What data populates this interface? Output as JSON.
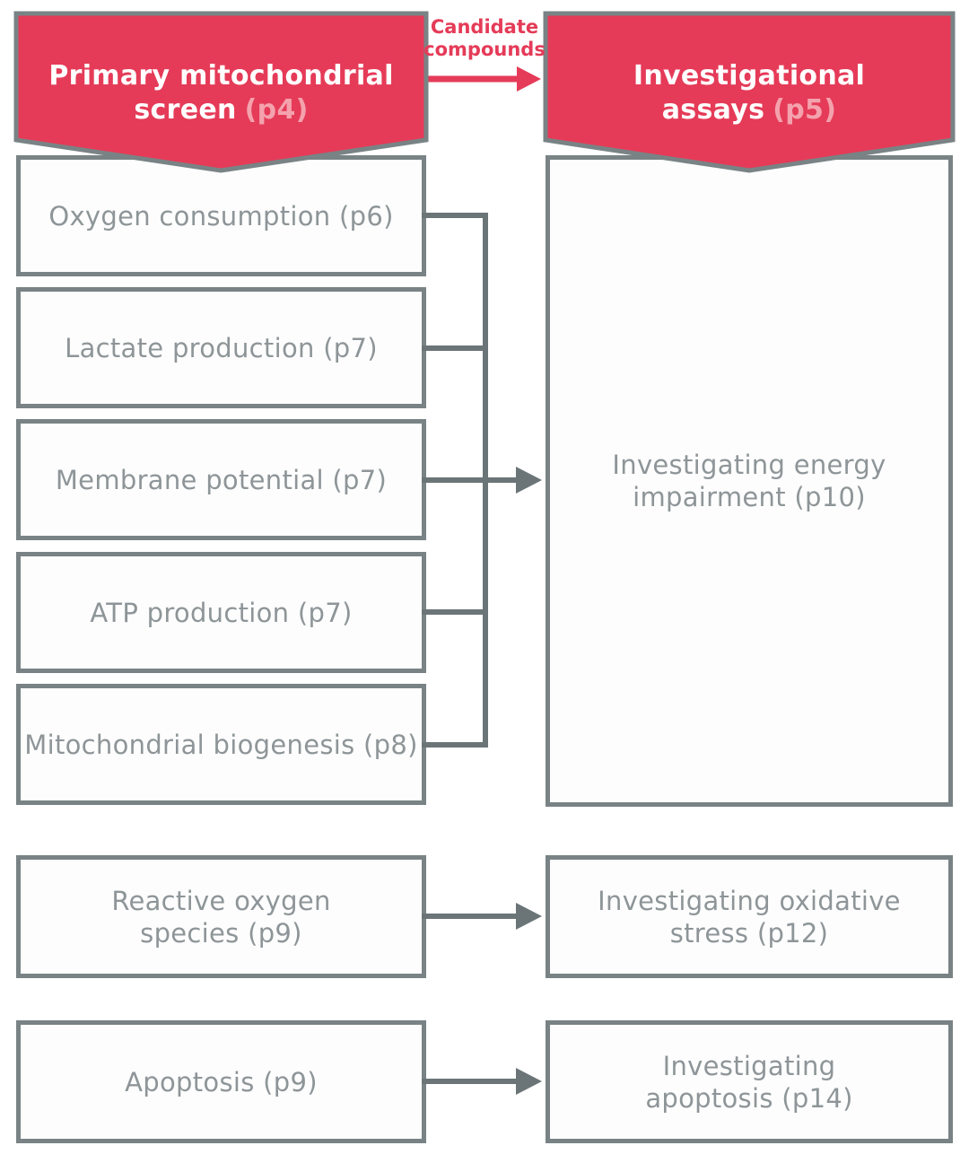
{
  "palette": {
    "banner_red": "#e53b58",
    "page_ref_pink": "#f4a2ad",
    "box_border_gray": "#798385",
    "connector_gray": "#6b7577",
    "label_gray": "#8e9598",
    "box_fill": "#fdfdfd"
  },
  "header": {
    "left_banner": {
      "line1": "Primary mitochondrial",
      "line2": "screen",
      "page": "(p4)"
    },
    "right_banner": {
      "line1": "Investigational",
      "line2": "assays",
      "page": "(p5)"
    },
    "candidate_label": {
      "line1": "Candidate",
      "line2": "compounds"
    }
  },
  "primary_screen_boxes": [
    {
      "line1": "Oxygen consumption (p6)"
    },
    {
      "line1": "Lactate production (p7)"
    },
    {
      "line1": "Membrane potential (p7)"
    },
    {
      "line1": "ATP production (p7)"
    },
    {
      "line1": "Mitochondrial biogenesis (p8)"
    },
    {
      "line1": "Reactive oxygen",
      "line2": "species (p9)"
    },
    {
      "line1": "Apoptosis (p9)"
    }
  ],
  "assay_boxes": [
    {
      "line1": "Investigating energy",
      "line2": "impairment (p10)"
    },
    {
      "line1": "Investigating oxidative",
      "line2": "stress (p12)"
    },
    {
      "line1": "Investigating",
      "line2": "apoptosis (p14)"
    }
  ]
}
